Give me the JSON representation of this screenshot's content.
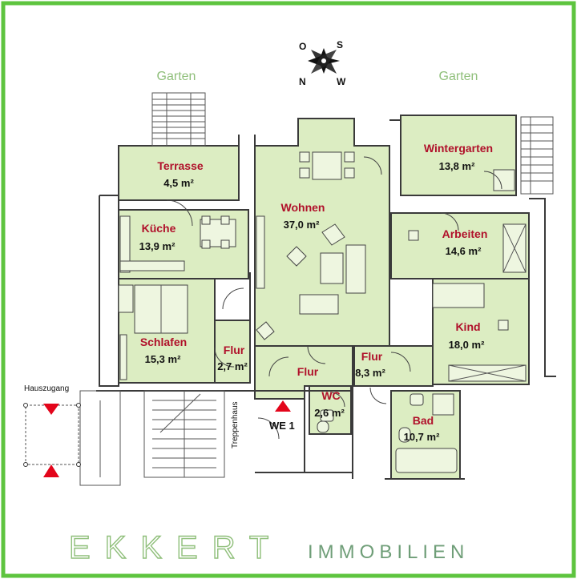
{
  "colors": {
    "frame": "#5ec43f",
    "room_fill": "#dcedc2",
    "garden_text": "#8fbf7a",
    "room_label": "#b0102a",
    "marker": "#e3051b",
    "brand_outline": "#8fbf7a",
    "brand_sub": "#6f9e78"
  },
  "compass": {
    "n1": "O",
    "n2": "S",
    "n3": "N",
    "n4": "W"
  },
  "garden_left": "Garten",
  "garden_right": "Garten",
  "rooms": {
    "terrasse": {
      "name": "Terrasse",
      "area": "4,5 m²"
    },
    "wintergarten": {
      "name": "Wintergarten",
      "area": "13,8 m²"
    },
    "wohnen": {
      "name": "Wohnen",
      "area": "37,0 m²"
    },
    "kueche": {
      "name": "Küche",
      "area": "13,9 m²"
    },
    "arbeiten": {
      "name": "Arbeiten",
      "area": "14,6 m²"
    },
    "schlafen": {
      "name": "Schlafen",
      "area": "15,3 m²"
    },
    "flur_a": {
      "name": "Flur",
      "area": "2,7 m²"
    },
    "flur_b": {
      "name": "Flur"
    },
    "flur_c": {
      "name": "Flur",
      "area": "8,3 m²"
    },
    "kind": {
      "name": "Kind",
      "area": "18,0 m²"
    },
    "wc": {
      "name": "WC",
      "area": "2,6 m²"
    },
    "bad": {
      "name": "Bad",
      "area": "10,7 m²"
    }
  },
  "hauszugang": "Hauszugang",
  "treppenhaus": "Treppenhaus",
  "unit_label": "WE 1",
  "brand": {
    "main": "EKKERT",
    "sub": "IMMOBILIEN"
  },
  "icons": [
    "compass-rose-icon",
    "entrance-triangle-icon",
    "unit-triangle-icon"
  ]
}
